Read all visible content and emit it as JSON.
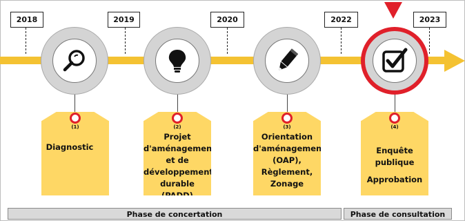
{
  "years": [
    "2018",
    "2019",
    "2020",
    "2022",
    "2023"
  ],
  "steps": [
    {
      "number": "(1)",
      "lines": [
        "Diagnostic"
      ],
      "icon": "magnifier-icon"
    },
    {
      "number": "(2)",
      "lines": [
        "Projet",
        "d'aménagement",
        "et de",
        "développement",
        "durable (PADD)"
      ],
      "icon": "lightbulb-icon"
    },
    {
      "number": "(3)",
      "lines": [
        "Orientation",
        "d'aménagement",
        "(OAP),",
        "Règlement,",
        "Zonage"
      ],
      "icon": "pencil-icon"
    },
    {
      "number": "(4)",
      "lines": [
        "Enquête",
        "publique",
        "",
        "Approbation"
      ],
      "icon": "checkbox-icon"
    }
  ],
  "phases": {
    "concertation": "Phase de concertation",
    "consultation": "Phase de consultation"
  },
  "colors": {
    "timeline": "#f4c232",
    "tag": "#fed765",
    "accent": "#e0202a",
    "circle": "#d4d4d4"
  }
}
